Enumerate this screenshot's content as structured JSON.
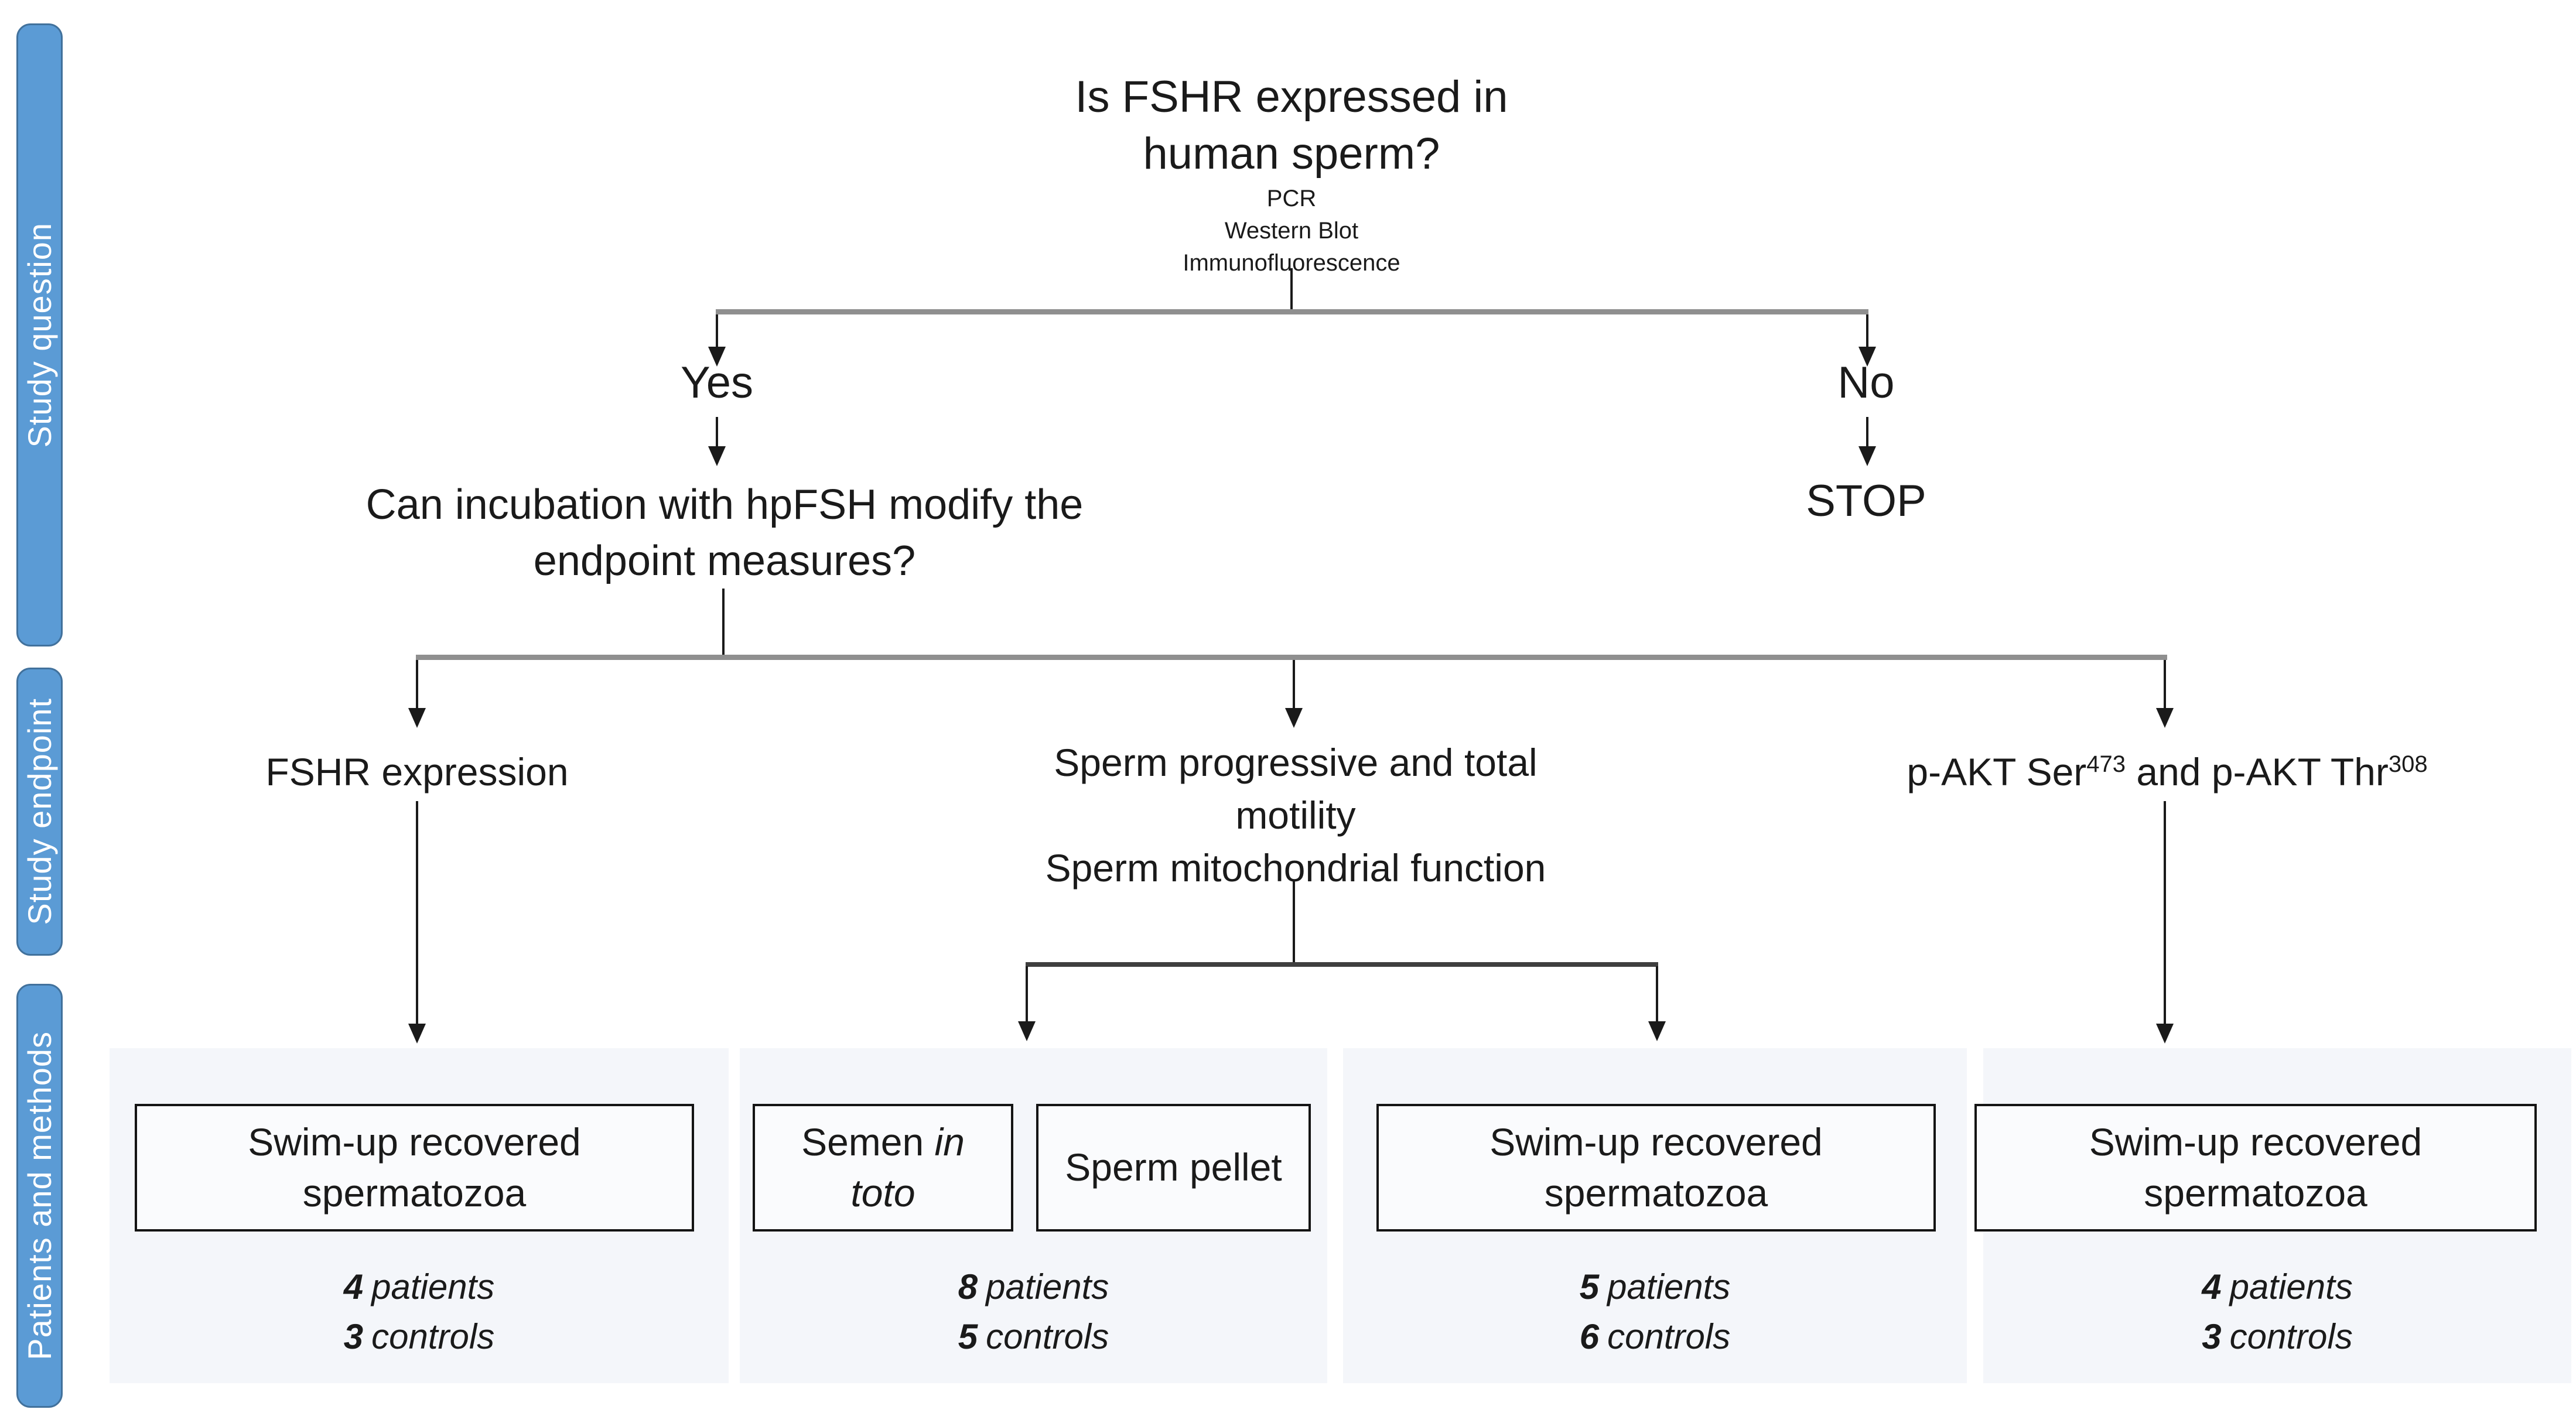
{
  "figure": {
    "question1": {
      "line1": "Is FSHR expressed in",
      "line2": "human sperm?",
      "methods": [
        "PCR",
        "Western Blot",
        "Immunofluorescence"
      ]
    },
    "branch": {
      "yes": "Yes",
      "no": "No",
      "stop": "STOP"
    },
    "question2": {
      "line1": "Can incubation with hpFSH modify the",
      "line2": "endpoint measures?"
    },
    "endpoints": {
      "left": "FSHR expression",
      "middle": "Sperm progressive and total\nmotility\nSperm mitochondrial function",
      "right_parts": {
        "text1": "p-AKT Ser",
        "sup1": "473",
        "text2": " and p-AKT Thr",
        "sup2": "308"
      }
    },
    "sidebar": [
      {
        "label": "Study question"
      },
      {
        "label": "Study endpoint"
      },
      {
        "label": "Patients and methods"
      }
    ],
    "panels": [
      {
        "boxes": [
          {
            "text": "Swim-up recovered spermatozoa",
            "italic": ""
          }
        ],
        "n_patients": "4",
        "patients_label": "patients",
        "n_controls": "3",
        "controls_label": "controls"
      },
      {
        "boxes": [
          {
            "text": "Semen ",
            "italic": "in toto"
          },
          {
            "text": "Sperm pellet",
            "italic": ""
          }
        ],
        "n_patients": "8",
        "patients_label": "patients",
        "n_controls": "5",
        "controls_label": "controls"
      },
      {
        "boxes": [
          {
            "text": "Swim-up recovered spermatozoa",
            "italic": ""
          }
        ],
        "n_patients": "5",
        "patients_label": "patients",
        "n_controls": "6",
        "controls_label": "controls"
      },
      {
        "boxes": [
          {
            "text": "Swim-up recovered spermatozoa",
            "italic": ""
          }
        ],
        "n_patients": "4",
        "patients_label": "patients",
        "n_controls": "3",
        "controls_label": "controls"
      }
    ],
    "colors": {
      "sidebar_fill": "#5b9bd5",
      "sidebar_border": "#41719c",
      "panel_bg": "#f4f6fa",
      "connector_gray": "#8f8f8f",
      "connector_dark": "#1a1a1a"
    }
  }
}
